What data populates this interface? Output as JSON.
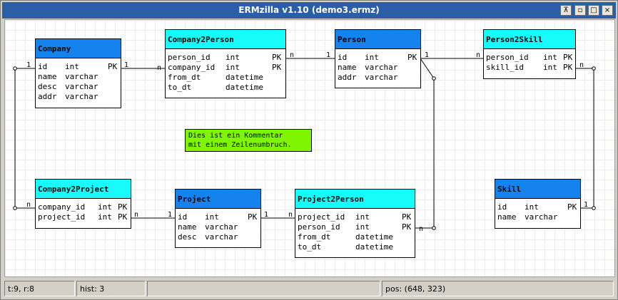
{
  "window": {
    "title": "ERMzilla v1.10  (demo3.ermz)",
    "buttons": {
      "pin": "⊼",
      "minimize": "▫",
      "maximize": "□",
      "close": "×"
    }
  },
  "colors": {
    "table_header": "#1583ee",
    "link_table_header": "#17fbfb",
    "comment_bg": "#7ff500",
    "titlebar": "#2a5ea6"
  },
  "entities": {
    "company": {
      "name": "Company",
      "rows": [
        {
          "col": "id",
          "type": "int",
          "key": "PK"
        },
        {
          "col": "name",
          "type": "varchar",
          "key": ""
        },
        {
          "col": "desc",
          "type": "varchar",
          "key": ""
        },
        {
          "col": "addr",
          "type": "varchar",
          "key": ""
        }
      ]
    },
    "company2person": {
      "name": "Company2Person",
      "rows": [
        {
          "col": "person_id",
          "type": "int",
          "key": "PK"
        },
        {
          "col": "company_id",
          "type": "int",
          "key": "PK"
        },
        {
          "col": "from_dt",
          "type": "datetime",
          "key": ""
        },
        {
          "col": "to_dt",
          "type": "datetime",
          "key": ""
        }
      ]
    },
    "person": {
      "name": "Person",
      "rows": [
        {
          "col": "id",
          "type": "int",
          "key": "PK"
        },
        {
          "col": "name",
          "type": "varchar",
          "key": ""
        },
        {
          "col": "addr",
          "type": "varchar",
          "key": ""
        }
      ]
    },
    "person2skill": {
      "name": "Person2Skill",
      "rows": [
        {
          "col": "person_id",
          "type": "int",
          "key": "PK"
        },
        {
          "col": "skill_id",
          "type": "int",
          "key": "PK"
        }
      ]
    },
    "company2project": {
      "name": "Company2Project",
      "rows": [
        {
          "col": "company_id",
          "type": "int",
          "key": "PK"
        },
        {
          "col": "project_id",
          "type": "int",
          "key": "PK"
        }
      ]
    },
    "project": {
      "name": "Project",
      "rows": [
        {
          "col": "id",
          "type": "int",
          "key": "PK"
        },
        {
          "col": "name",
          "type": "varchar",
          "key": ""
        },
        {
          "col": "desc",
          "type": "varchar",
          "key": ""
        }
      ]
    },
    "project2person": {
      "name": "Project2Person",
      "rows": [
        {
          "col": "project_id",
          "type": "int",
          "key": "PK"
        },
        {
          "col": "person_id",
          "type": "int",
          "key": "PK"
        },
        {
          "col": "from_dt",
          "type": "datetime",
          "key": ""
        },
        {
          "col": "to_dt",
          "type": "datetime",
          "key": ""
        }
      ]
    },
    "skill": {
      "name": "Skill",
      "rows": [
        {
          "col": "id",
          "type": "int",
          "key": "PK"
        },
        {
          "col": "name",
          "type": "varchar",
          "key": ""
        }
      ]
    }
  },
  "comment": {
    "text": "Dies ist ein Kommentar\nmit einem Zeilenumbruch."
  },
  "cardinality": {
    "one": "1",
    "many": "n"
  },
  "status": {
    "tables": "t:9, r:8",
    "history": "hist: 3",
    "message": "",
    "position": "pos: (648, 323)"
  }
}
